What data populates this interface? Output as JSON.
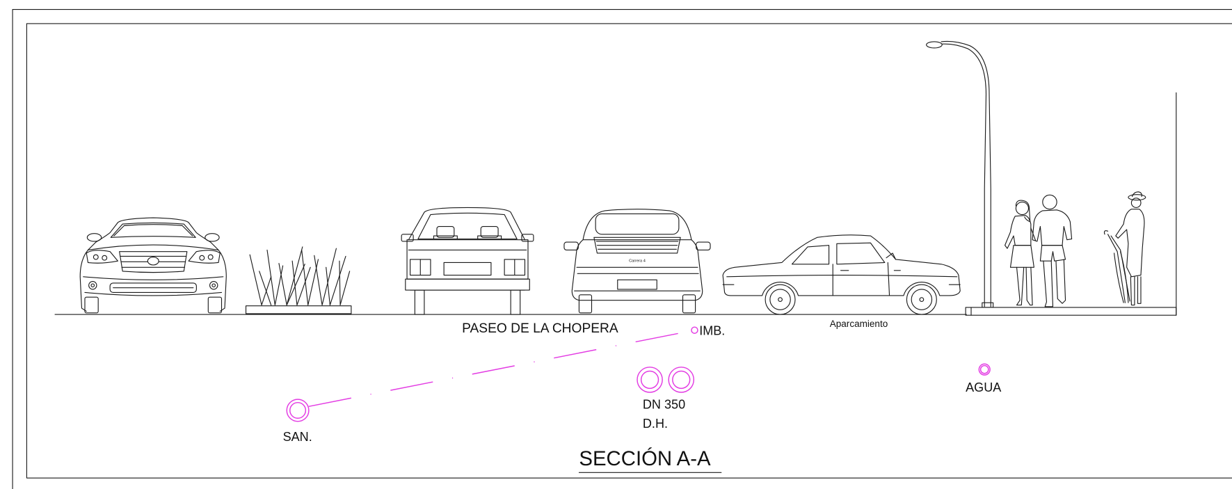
{
  "drawing": {
    "title": "SECCIÓN A-A",
    "street_name": "PASEO DE LA CHOPERA",
    "parking_label": "Aparcamiento",
    "car_badge": "Carrera 4",
    "utilities": {
      "imb": "IMB.",
      "san": "SAN.",
      "dn": "DN 350",
      "dh": "D.H.",
      "agua": "AGUA"
    }
  },
  "colors": {
    "line": "#1a1a1a",
    "utility": "#e33ce3",
    "background": "#ffffff"
  }
}
